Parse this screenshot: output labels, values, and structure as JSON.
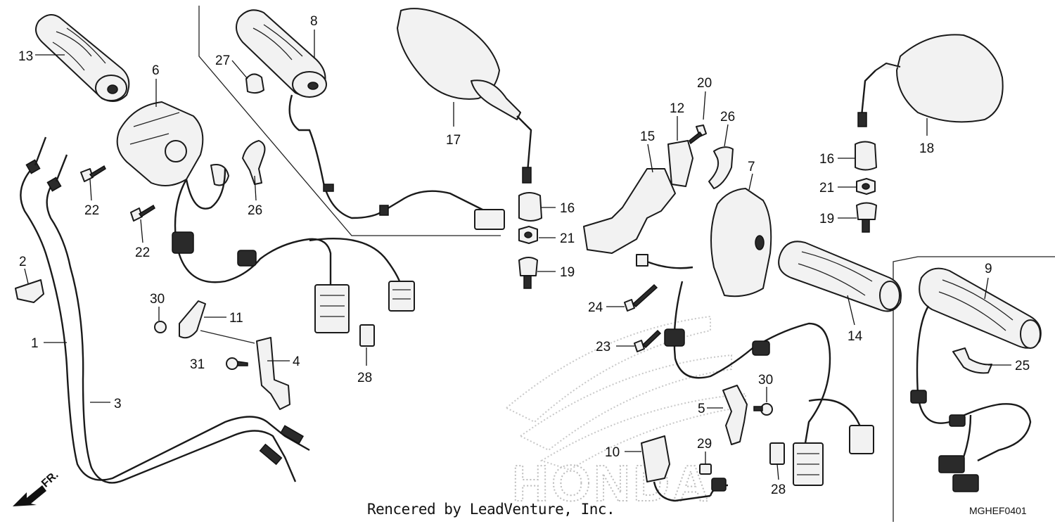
{
  "diagram": {
    "credit": "Rencered by LeadVenture, Inc.",
    "code": "MGHEF0401",
    "front_marker": "FR.",
    "watermark": "HONDA",
    "callouts": [
      {
        "id": "c13",
        "text": "13"
      },
      {
        "id": "c6",
        "text": "6"
      },
      {
        "id": "c27",
        "text": "27"
      },
      {
        "id": "c8",
        "text": "8"
      },
      {
        "id": "c17",
        "text": "17"
      },
      {
        "id": "c22a",
        "text": "22"
      },
      {
        "id": "c22b",
        "text": "22"
      },
      {
        "id": "c26a",
        "text": "26"
      },
      {
        "id": "c2",
        "text": "2"
      },
      {
        "id": "c1",
        "text": "1"
      },
      {
        "id": "c3",
        "text": "3"
      },
      {
        "id": "c30a",
        "text": "30"
      },
      {
        "id": "c11",
        "text": "11"
      },
      {
        "id": "c31",
        "text": "31"
      },
      {
        "id": "c4",
        "text": "4"
      },
      {
        "id": "c28a",
        "text": "28"
      },
      {
        "id": "c16a",
        "text": "16"
      },
      {
        "id": "c21a",
        "text": "21"
      },
      {
        "id": "c19a",
        "text": "19"
      },
      {
        "id": "c20",
        "text": "20"
      },
      {
        "id": "c12",
        "text": "12"
      },
      {
        "id": "c26b",
        "text": "26"
      },
      {
        "id": "c15",
        "text": "15"
      },
      {
        "id": "c7",
        "text": "7"
      },
      {
        "id": "c24",
        "text": "24"
      },
      {
        "id": "c23",
        "text": "23"
      },
      {
        "id": "c14",
        "text": "14"
      },
      {
        "id": "c30b",
        "text": "30"
      },
      {
        "id": "c5",
        "text": "5"
      },
      {
        "id": "c10",
        "text": "10"
      },
      {
        "id": "c29",
        "text": "29"
      },
      {
        "id": "c28b",
        "text": "28"
      },
      {
        "id": "c16b",
        "text": "16"
      },
      {
        "id": "c21b",
        "text": "21"
      },
      {
        "id": "c19b",
        "text": "19"
      },
      {
        "id": "c18",
        "text": "18"
      },
      {
        "id": "c9",
        "text": "9"
      },
      {
        "id": "c25",
        "text": "25"
      }
    ]
  }
}
